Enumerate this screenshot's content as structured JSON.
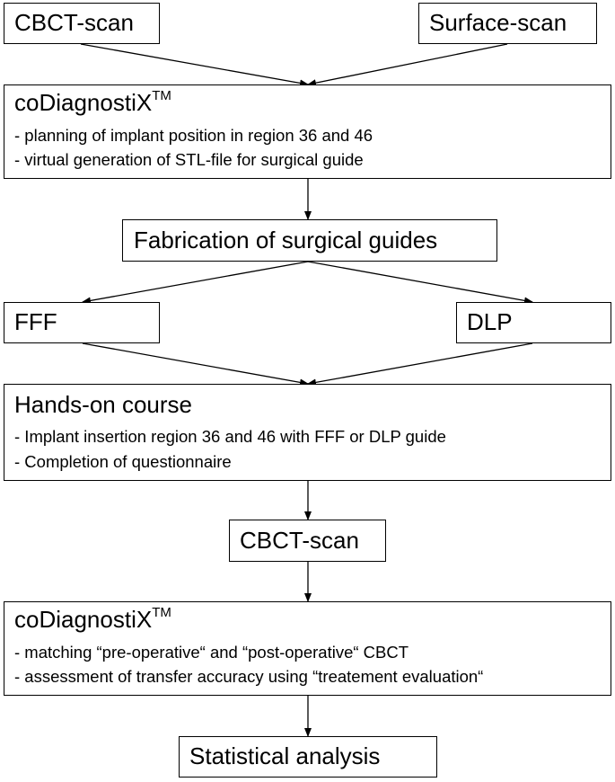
{
  "nodes": {
    "cbct_scan_top": "CBCT-scan",
    "surface_scan": "Surface-scan",
    "codiagnostix_1": {
      "title": "coDiagnostiX",
      "tm": "TM",
      "bullets": [
        "- planning of implant position in region 36 and 46",
        "- virtual generation of STL-file for surgical guide"
      ]
    },
    "fabrication": "Fabrication of surgical guides",
    "fff": "FFF",
    "dlp": "DLP",
    "hands_on": {
      "title": "Hands-on course",
      "bullets": [
        "- Implant insertion region 36 and 46 with FFF or DLP guide",
        "- Completion of questionnaire"
      ]
    },
    "cbct_scan_mid": "CBCT-scan",
    "codiagnostix_2": {
      "title": "coDiagnostiX",
      "tm": "TM",
      "bullets": [
        "- matching “pre-operative“ and “post-operative“  CBCT",
        "- assessment of transfer accuracy using “treatement evaluation“"
      ]
    },
    "statistical_analysis": "Statistical analysis"
  }
}
